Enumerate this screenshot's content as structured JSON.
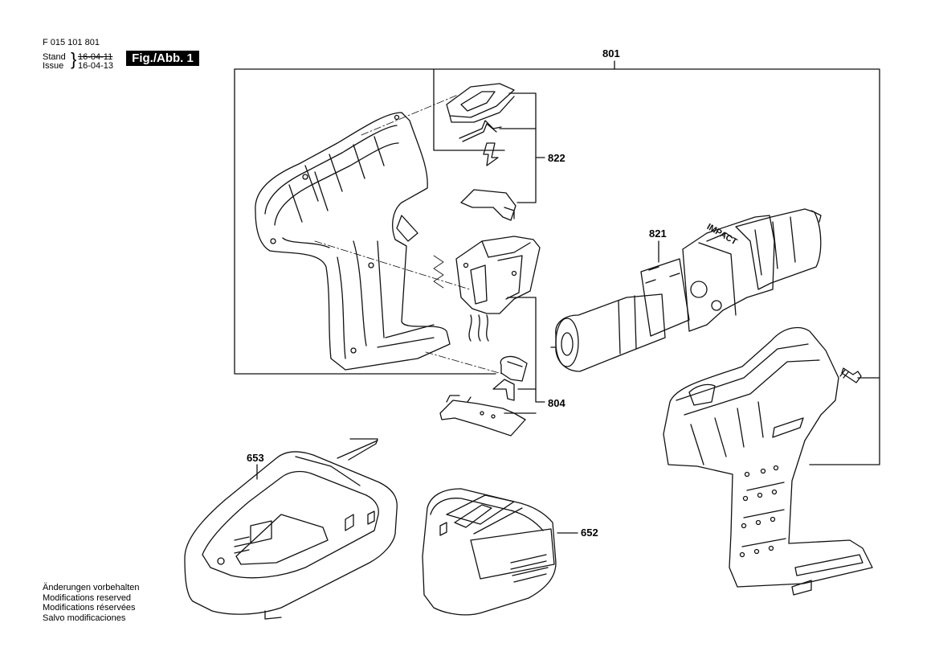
{
  "header": {
    "document_number": "F 015 101 801",
    "stand_label": "Stand",
    "issue_label": "Issue",
    "stand_date": "16-04-11",
    "issue_date": "16-04-13",
    "figure_label": "Fig./Abb. 1"
  },
  "callouts": {
    "assembly_801": "801",
    "part_822": "822",
    "part_821": "821",
    "part_804": "804",
    "part_653": "653",
    "part_652": "652"
  },
  "modifications": [
    "Änderungen vorbehalten",
    "Modifications reserved",
    "Modifications réservées",
    "Salvo modificaciones"
  ],
  "gearbox_marking": "IMPACT"
}
